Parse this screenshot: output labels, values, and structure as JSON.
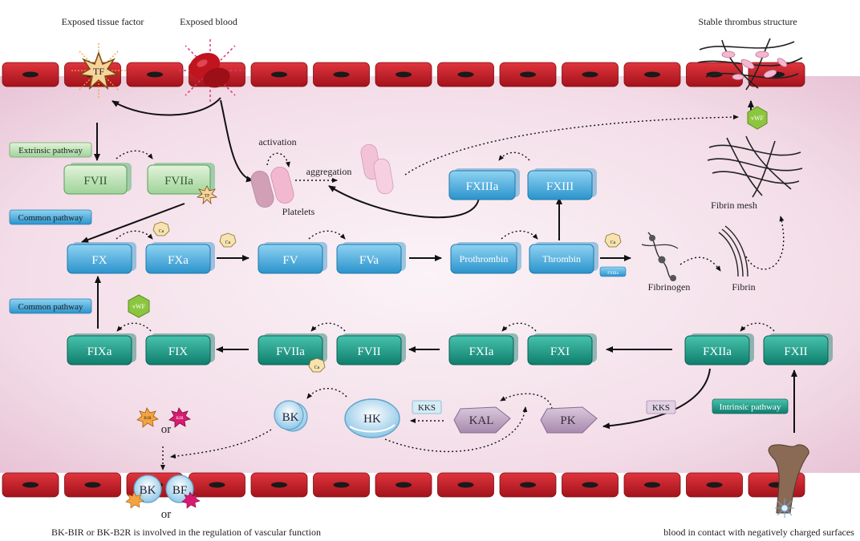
{
  "labels": {
    "exposed_tissue_factor": "Exposed tissue factor",
    "exposed_blood": "Exposed blood",
    "stable_thrombus": "Stable thrombus structure",
    "activation": "activation",
    "aggregation": "aggregation",
    "platelets": "Platelets",
    "fibrin_mesh": "Fibrin mesh",
    "fibrinogen": "Fibrinogen",
    "fibrin": "Fibrin",
    "or_top": "or",
    "or_bottom": "or",
    "caption_left": "BK-BIR or BK-B2R is involved in the regulation of vascular function",
    "caption_right": "blood in contact with negatively charged surfaces"
  },
  "tags": {
    "extrinsic": "Extrinsic pathway",
    "common1": "Common pathway",
    "common2": "Common pathway",
    "intrinsic": "Intrinsic pathway",
    "kks1": "KKS",
    "kks2": "KKS"
  },
  "factors": {
    "fvii_ext": "FVII",
    "fviia_ext": "FVIIa",
    "fx": "FX",
    "fxa": "FXa",
    "fv": "FV",
    "fva": "FVa",
    "prothrombin": "Prothrombin",
    "thrombin": "Thrombin",
    "fxiiia": "FXIIIa",
    "fxiii": "FXIII",
    "fixa": "FIXa",
    "fix": "FIX",
    "fviiia": "FVIIa",
    "fviii": "FVII",
    "fxia": "FXIa",
    "fxi": "FXI",
    "fxiia": "FXIIa",
    "fxii": "FXII",
    "fxiiia_small": "FXIIIa"
  },
  "kinins": {
    "bk": "BK",
    "hk": "HK",
    "kal": "KAL",
    "pk": "PK",
    "bk_receptor": "BK",
    "bf_receptor": "BF"
  },
  "badges": {
    "tf_big": "TF",
    "tf_small": "TF",
    "vwf_top": "vWF",
    "vwf_mid": "vWF",
    "ca1": "Ca",
    "ca2": "Ca",
    "ca3": "Ca",
    "ca4": "Ca",
    "b1r": "B1R",
    "b2r": "B2R"
  },
  "colors": {
    "cell_red": "#c8212b",
    "vessel_bg": "#f0d9e6",
    "factor_blue": "#3aa7dd",
    "factor_teal": "#1d9a86",
    "kinin_purple": "#b39ab7",
    "kinin_blue": "#9fd0ea"
  }
}
